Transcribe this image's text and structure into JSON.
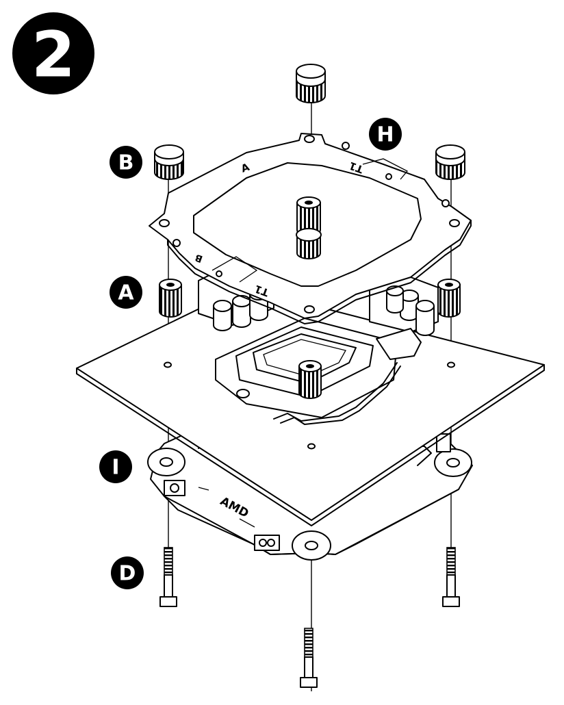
{
  "step": {
    "number": "2"
  },
  "callouts": {
    "B": "B",
    "H": "H",
    "A": "A",
    "I": "I",
    "D": "D"
  },
  "bracket_marks": {
    "a": "A",
    "b": "B",
    "t1_top": "T1",
    "t1_left": "T1"
  },
  "backplate": {
    "engraving": "AMD"
  }
}
